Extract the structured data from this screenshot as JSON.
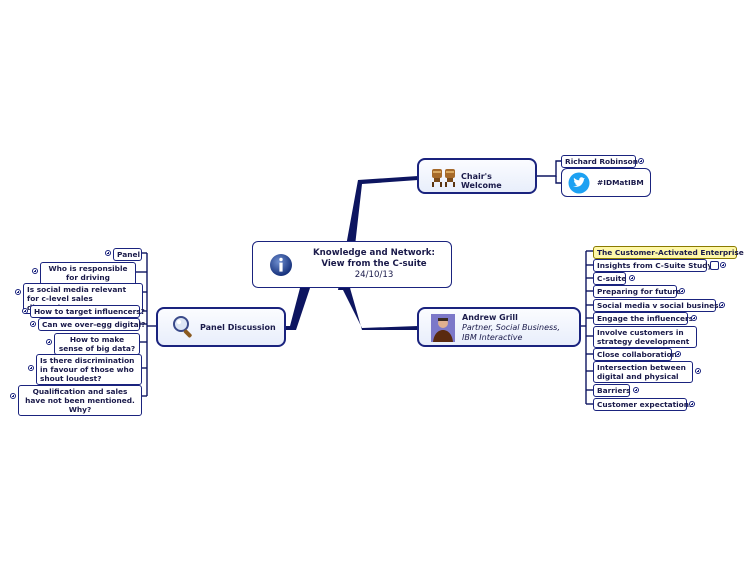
{
  "central": {
    "title_line1": "Knowledge and Network:",
    "title_line2": "View from the C-suite",
    "date": "24/10/13",
    "icon": "info-icon"
  },
  "chairs_welcome": {
    "label": "Chair's Welcome",
    "icon": "chairs-icon",
    "children": [
      "Richard Robinson",
      "#IDMatIBM"
    ],
    "twitter_icon": "twitter-icon"
  },
  "speaker": {
    "name": "Andrew Grill",
    "title_line1": "Partner, Social Business,",
    "title_line2": "IBM Interactive",
    "icon": "avatar-icon",
    "children": [
      "The Customer-Activated Enterprise",
      "Insights from C-Suite Study",
      "C-suite",
      "Preparing for future",
      "Social media v social business",
      "Engage the influencers",
      "Involve customers in strategy development",
      "Close collaboration",
      "Intersection between digital and physical",
      "Barriers",
      "Customer expectations"
    ]
  },
  "panel": {
    "label": "Panel Discussion",
    "icon": "magnifier-icon",
    "children": [
      "Panel",
      "Who is responsible for driving innovation?",
      "Is social media relevant for c-level sales discussions?",
      "How to target influencers?",
      "Can we over-egg digital?",
      "How to make sense of big data?",
      "Is there discrimination in favour of those who shout loudest?",
      "Qualification and sales have not been mentioned. Why?"
    ]
  },
  "colors": {
    "line": "#0d1560",
    "border": "#1a237e",
    "highlight": "#fff8a8",
    "twitter": "#1da1f2"
  }
}
